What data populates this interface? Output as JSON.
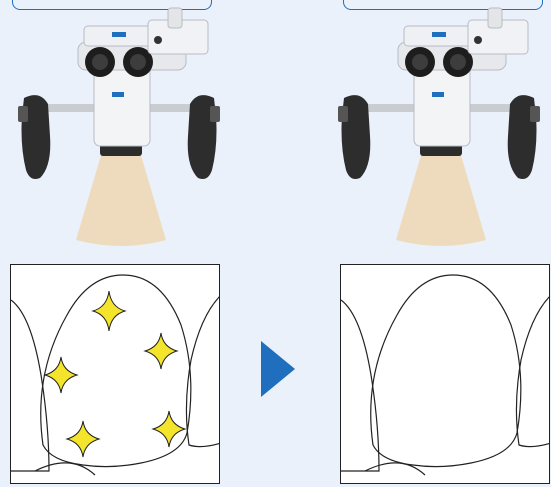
{
  "diagram": {
    "colors": {
      "background": "#eaf1fb",
      "accent_blue": "#1f6fbe",
      "light_cone": "#eedbbd",
      "sparkle": "#f4e42c",
      "outline": "#222222"
    },
    "panels": [
      {
        "side": "left",
        "state": "with-sparkles",
        "sparkle_count": 5
      },
      {
        "side": "right",
        "state": "clean",
        "sparkle_count": 0
      }
    ],
    "icons": [
      "microscope-icon",
      "sparkle-icon",
      "arrow-right-icon"
    ]
  }
}
